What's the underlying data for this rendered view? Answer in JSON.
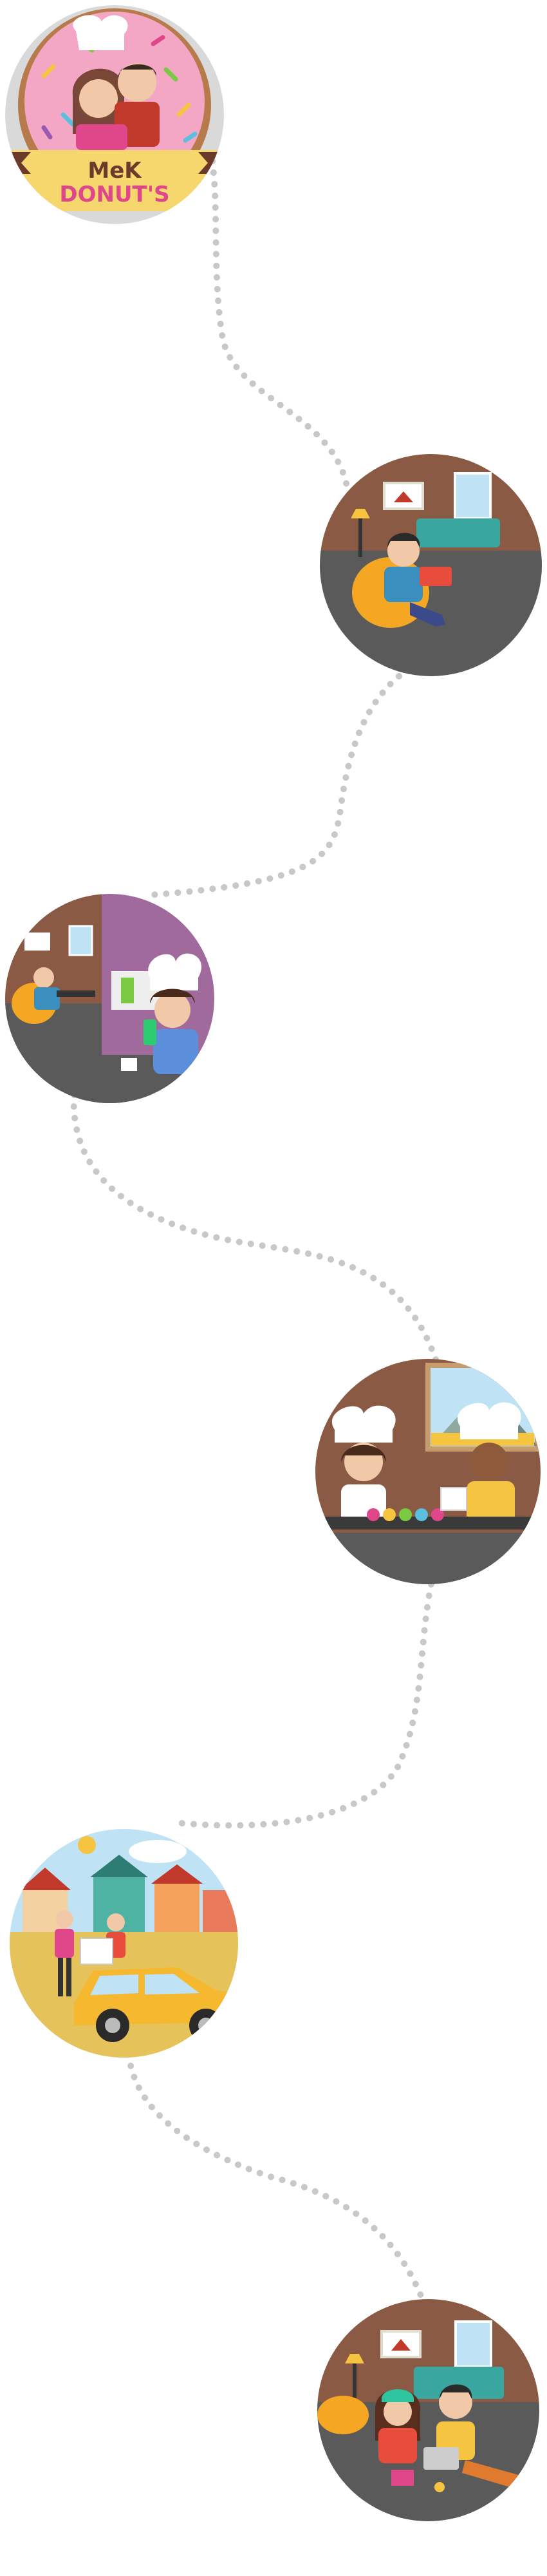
{
  "logo": {
    "line1": "MeK",
    "line2": "DONUT'S"
  },
  "colors": {
    "path_dots": "#c8c8c8",
    "wall_brown": "#8b5a44",
    "floor_grey": "#5a5a5a",
    "donut_pink": "#f4a7c4",
    "logo_brown": "#6b3a2a",
    "logo_pink": "#e0468a",
    "yellow": "#f5c542",
    "purple_wall": "#a06b9c",
    "sky": "#bfe3f5"
  },
  "scenes": [
    {
      "name": "logo-scene"
    },
    {
      "name": "chill-room-scene"
    },
    {
      "name": "split-idea-scene"
    },
    {
      "name": "bakery-scene"
    },
    {
      "name": "delivery-scene"
    },
    {
      "name": "happy-ending-scene"
    }
  ]
}
